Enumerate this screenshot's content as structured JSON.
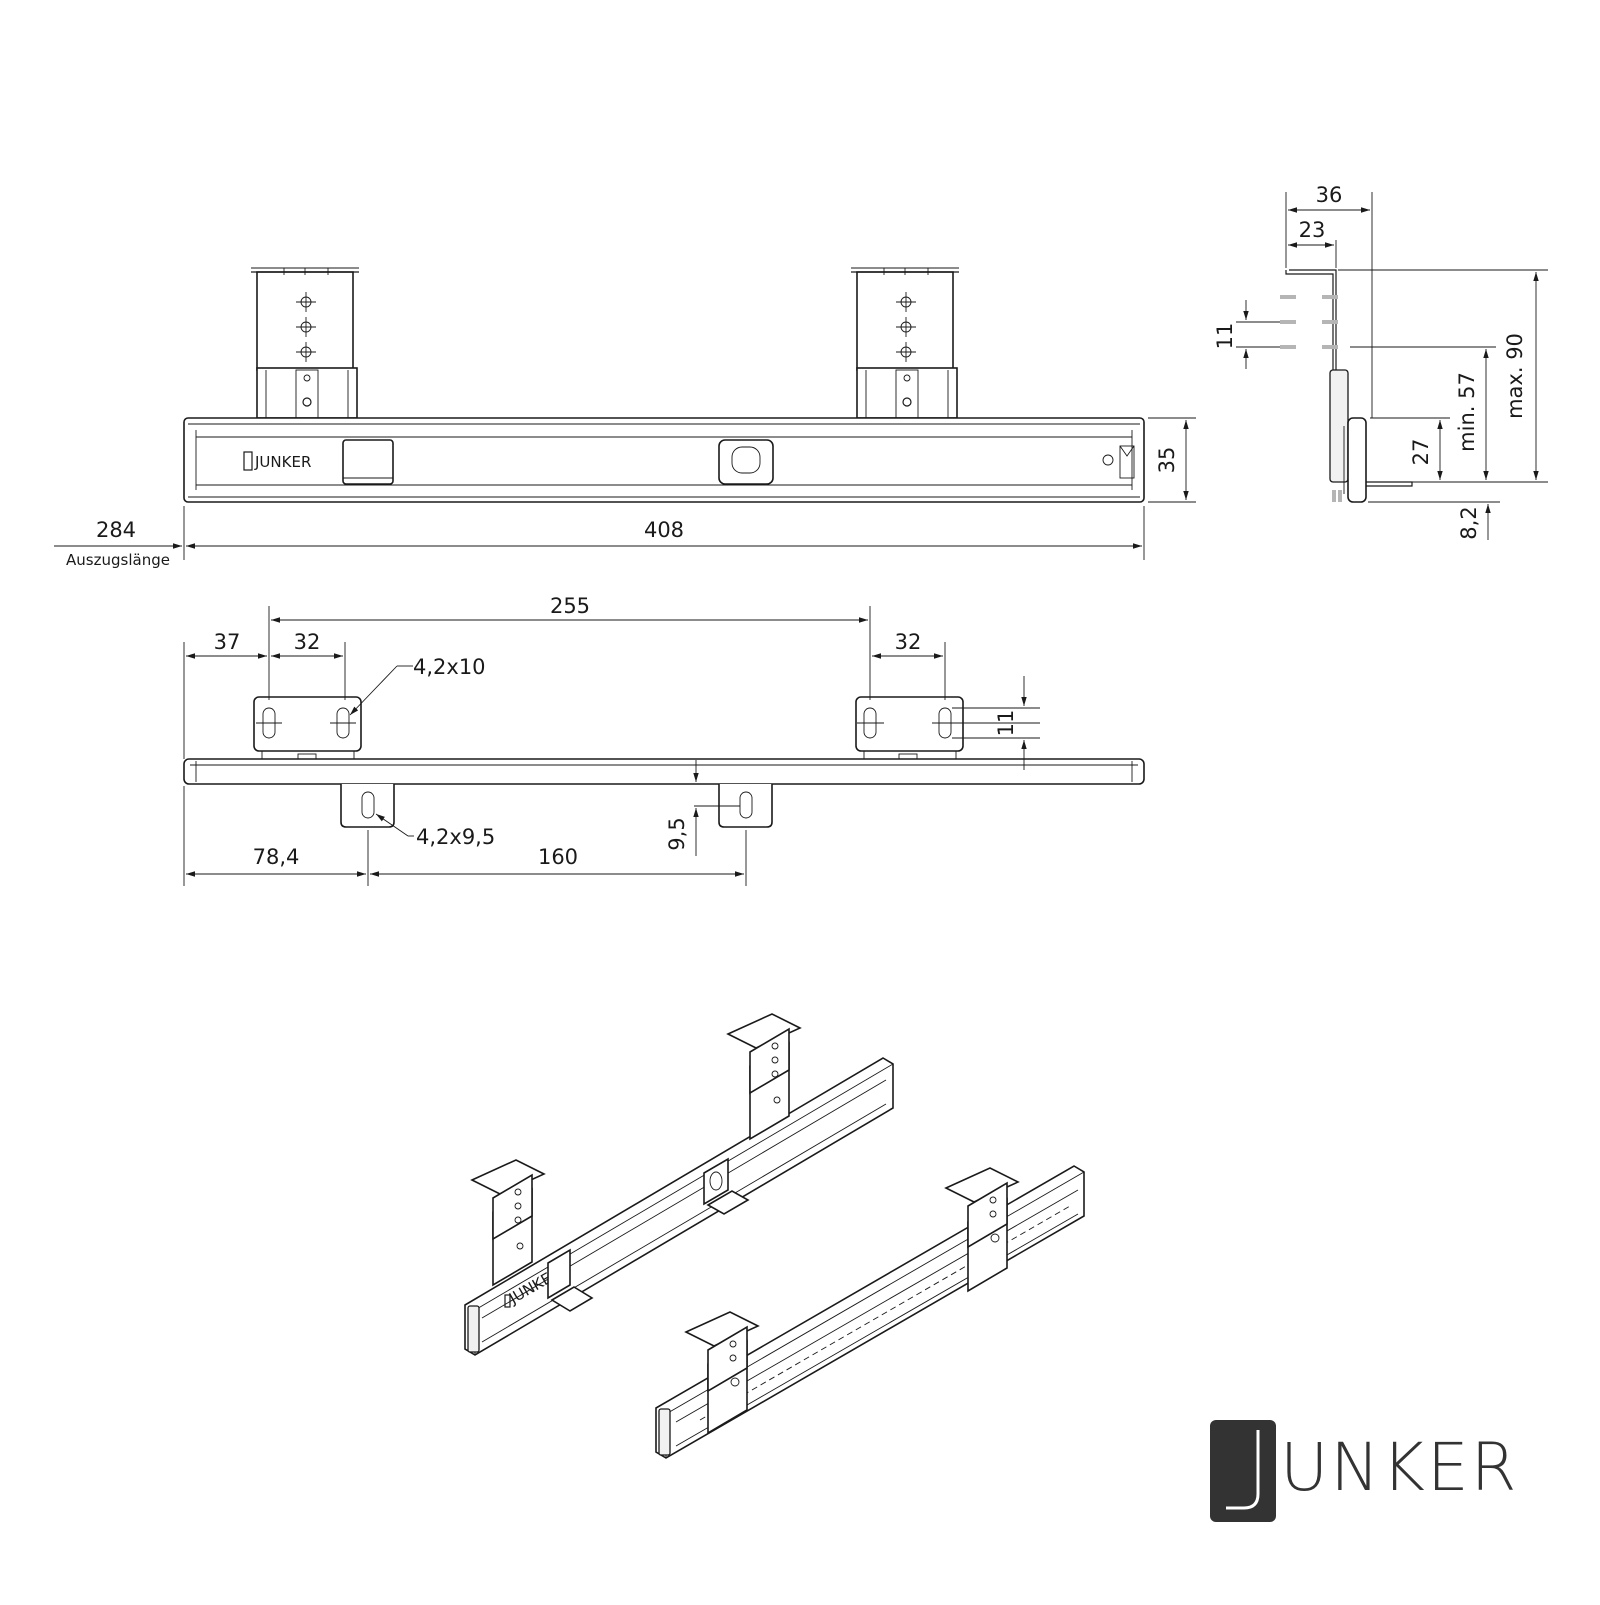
{
  "colors": {
    "line": "#1a1a1a",
    "logo_box": "#333333",
    "ghost": "#b5b5b5"
  },
  "top_view": {
    "dims": {
      "overall_length": "408",
      "height": "35",
      "extension_length": "284",
      "extension_label": "Auszugslänge"
    },
    "rail_brand": "JUNKER"
  },
  "side_view": {
    "dims": {
      "width_36": "36",
      "width_23": "23",
      "spacing_11": "11",
      "h_27": "27",
      "min": "min. 57",
      "max": "max. 90",
      "offset": "8,2"
    }
  },
  "bottom_view": {
    "dims": {
      "d_255": "255",
      "d_37": "37",
      "d_32_left": "32",
      "d_32_right": "32",
      "d_11": "11",
      "slot_upper": "4,2x10",
      "slot_lower": "4,2x9,5",
      "d_78_4": "78,4",
      "d_160": "160",
      "d_9_5": "9,5"
    }
  },
  "isometric": {
    "rail_brand": "JUNKER"
  },
  "logo": {
    "letter": "J",
    "rest": "UNKER"
  }
}
